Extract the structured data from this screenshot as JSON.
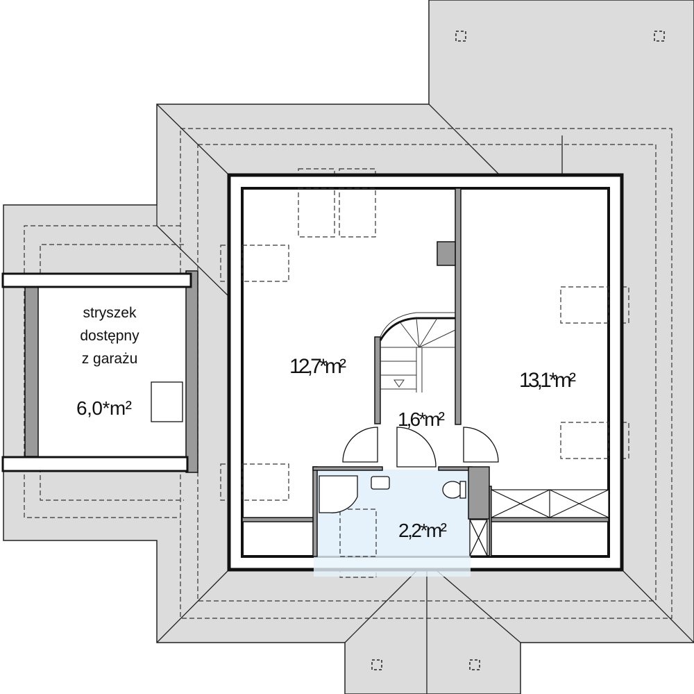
{
  "plan": {
    "garage_attic": {
      "line1": "stryszek",
      "line2": "dostępny",
      "line3": "z garażu",
      "area": "6,0*m²"
    },
    "rooms": [
      {
        "name": "room-left",
        "area": "12,7*m²"
      },
      {
        "name": "room-right",
        "area": "13,1*m²"
      },
      {
        "name": "hall",
        "area": "1,6*m²"
      },
      {
        "name": "bathroom",
        "area": "2,2*m²"
      }
    ]
  },
  "colors": {
    "roof": "#dcdcdc",
    "wall": "#9a9a9a",
    "bathroom": "#e6f2fb",
    "line": "#111111"
  }
}
